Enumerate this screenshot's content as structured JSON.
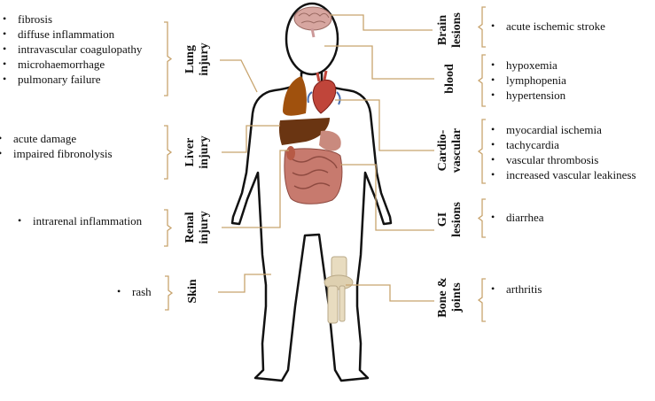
{
  "categories": [
    {
      "id": "lung",
      "label_lines": [
        "Lung",
        "injury"
      ],
      "items": [
        "fibrosis",
        "diffuse inflammation",
        "intravascular coagulopathy",
        "microhaemorrhage",
        "pulmonary failure"
      ]
    },
    {
      "id": "liver",
      "label_lines": [
        "Liver",
        "injury"
      ],
      "items": [
        "acute damage",
        "impaired fibronolysis"
      ]
    },
    {
      "id": "renal",
      "label_lines": [
        "Renal",
        "injury"
      ],
      "items": [
        "intrarenal inflammation"
      ]
    },
    {
      "id": "skin",
      "label_lines": [
        "Skin"
      ],
      "items": [
        "rash"
      ]
    },
    {
      "id": "brain",
      "label_lines": [
        "Brain",
        "lesions"
      ],
      "items": [
        "acute ischemic stroke"
      ]
    },
    {
      "id": "blood",
      "label_lines": [
        "blood"
      ],
      "items": [
        "hypoxemia",
        "lymphopenia",
        "hypertension"
      ]
    },
    {
      "id": "cardio",
      "label_lines": [
        "Cardio-",
        "vascular"
      ],
      "items": [
        "myocardial ischemia",
        "tachycardia",
        "vascular thrombosis",
        "increased vascular leakiness"
      ]
    },
    {
      "id": "gi",
      "label_lines": [
        "GI",
        "lesions"
      ],
      "items": [
        "diarrhea"
      ]
    },
    {
      "id": "bone",
      "label_lines": [
        "Bone &",
        "joints"
      ],
      "items": [
        "arthritis"
      ]
    }
  ],
  "colors": {
    "line": "#c8a46e",
    "bracket": "#c8a46e",
    "body_outline": "#111111"
  }
}
